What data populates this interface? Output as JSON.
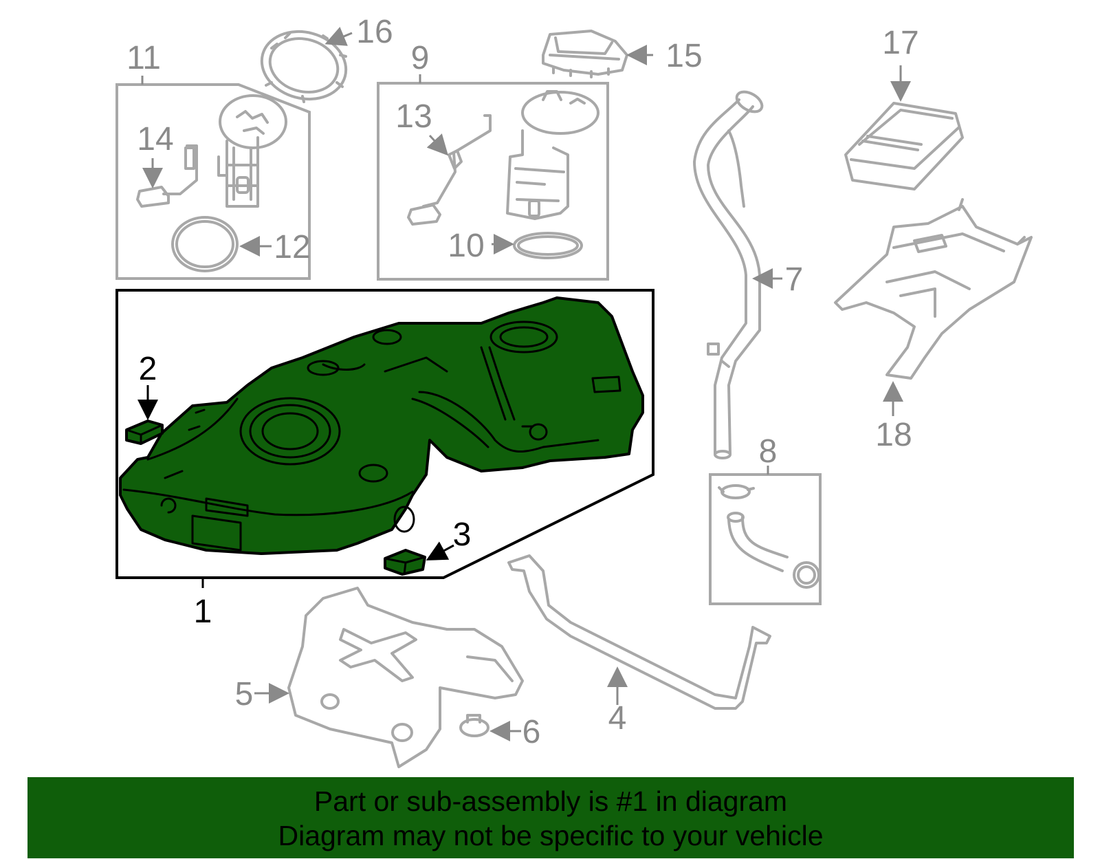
{
  "diagram": {
    "highlight_color": "#0f5e0a",
    "callouts": {
      "c1": "1",
      "c2": "2",
      "c3": "3",
      "c4": "4",
      "c5": "5",
      "c6": "6",
      "c7": "7",
      "c8": "8",
      "c9": "9",
      "c10": "10",
      "c11": "11",
      "c12": "12",
      "c13": "13",
      "c14": "14",
      "c15": "15",
      "c16": "16",
      "c17": "17",
      "c18": "18"
    }
  },
  "footer": {
    "line1": "Part or sub-assembly is #1 in diagram",
    "line2": "Diagram may not be specific to your vehicle",
    "background": "#0f5e0a"
  }
}
